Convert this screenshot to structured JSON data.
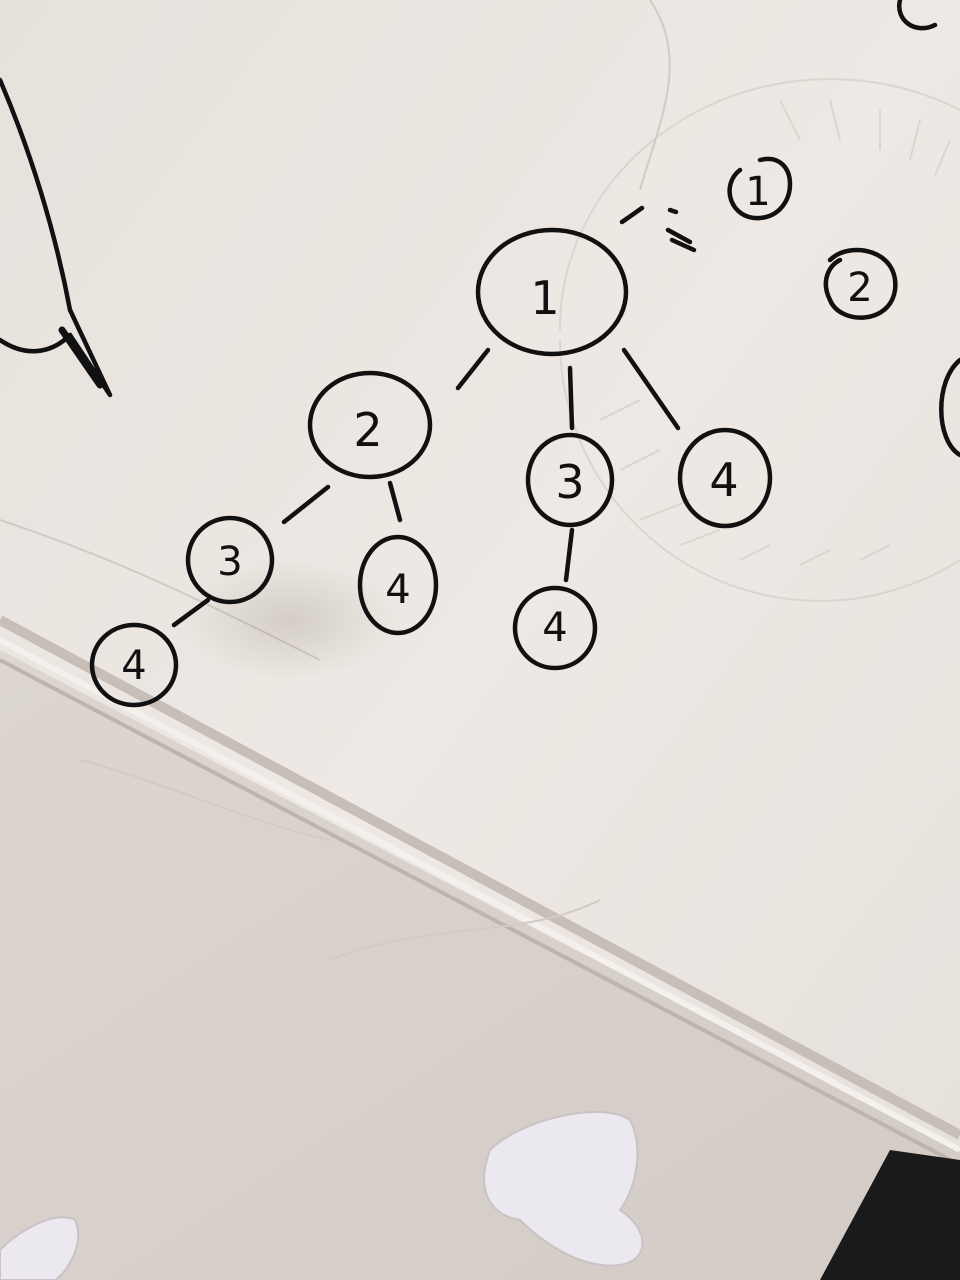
{
  "tree": {
    "root": {
      "label": "1"
    },
    "children": [
      {
        "id": "a",
        "label": "2"
      },
      {
        "id": "b",
        "label": "3"
      },
      {
        "id": "c",
        "label": "4"
      },
      {
        "id": "a1",
        "label": "3"
      },
      {
        "id": "a2",
        "label": "4"
      },
      {
        "id": "b1",
        "label": "4"
      },
      {
        "id": "a1a",
        "label": "4"
      }
    ]
  },
  "margin_notes": {
    "note_1": "1",
    "note_2": "2"
  },
  "colors": {
    "paper": "#ece6e1",
    "paper_shadow": "#d5cdc7",
    "ink": "#111111",
    "dark_corner": "#1a1a1a"
  }
}
